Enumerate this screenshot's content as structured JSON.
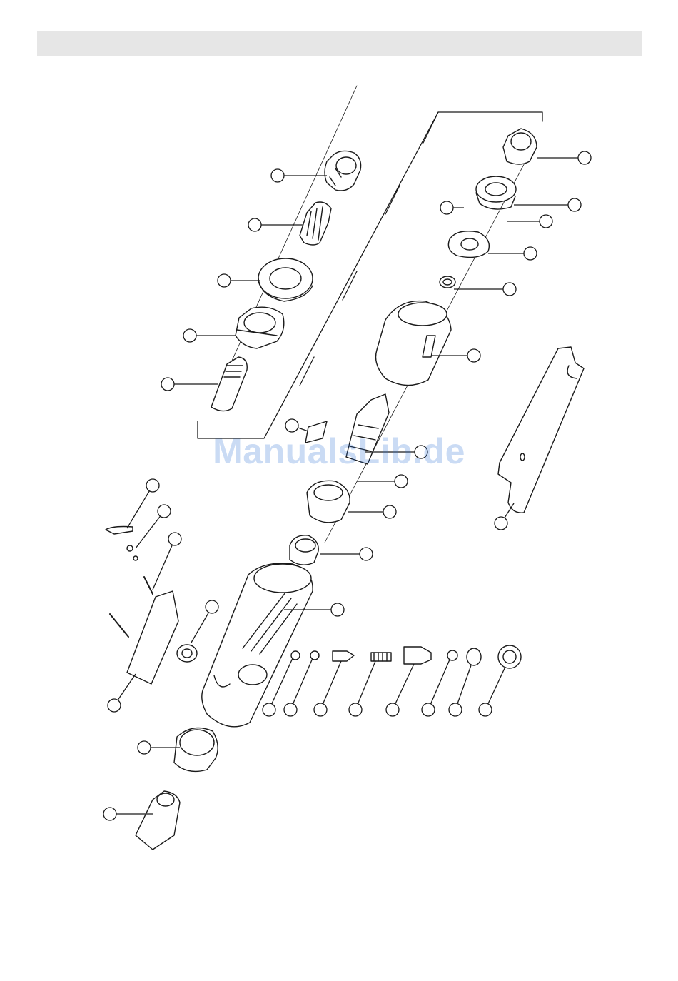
{
  "header": {
    "title": ""
  },
  "watermark": {
    "text": "ManualsLib.de"
  },
  "diagram": {
    "callouts": [
      {
        "name": "callout-collet-nut",
        "label": ""
      },
      {
        "name": "callout-collet",
        "label": ""
      },
      {
        "name": "callout-lock-ring",
        "label": ""
      },
      {
        "name": "callout-front-housing-nut",
        "label": ""
      },
      {
        "name": "callout-spindle",
        "label": ""
      },
      {
        "name": "callout-front-bearing",
        "label": ""
      },
      {
        "name": "callout-front-end-plate",
        "label": ""
      },
      {
        "name": "callout-roll-pin-left",
        "label": ""
      },
      {
        "name": "callout-roll-pin-right",
        "label": ""
      },
      {
        "name": "callout-spacer-plate",
        "label": ""
      },
      {
        "name": "callout-spacer-ring",
        "label": ""
      },
      {
        "name": "callout-cylinder",
        "label": ""
      },
      {
        "name": "callout-rotor-blade",
        "label": ""
      },
      {
        "name": "callout-rotor",
        "label": ""
      },
      {
        "name": "callout-pin",
        "label": ""
      },
      {
        "name": "callout-rear-end-plate",
        "label": ""
      },
      {
        "name": "callout-rear-bearing",
        "label": ""
      },
      {
        "name": "callout-housing",
        "label": ""
      },
      {
        "name": "callout-wrench",
        "label": ""
      },
      {
        "name": "callout-safety-lever",
        "label": ""
      },
      {
        "name": "callout-lever-spring",
        "label": ""
      },
      {
        "name": "callout-lever-pin",
        "label": ""
      },
      {
        "name": "callout-throttle-lever",
        "label": ""
      },
      {
        "name": "callout-valve-bushing",
        "label": ""
      },
      {
        "name": "callout-o-ring-1",
        "label": ""
      },
      {
        "name": "callout-o-ring-2",
        "label": ""
      },
      {
        "name": "callout-valve-stem",
        "label": ""
      },
      {
        "name": "callout-valve-spring",
        "label": ""
      },
      {
        "name": "callout-valve-sleeve",
        "label": ""
      },
      {
        "name": "callout-o-ring-3",
        "label": ""
      },
      {
        "name": "callout-gasket",
        "label": ""
      },
      {
        "name": "callout-regulator-plug",
        "label": ""
      },
      {
        "name": "callout-exhaust-cover",
        "label": ""
      },
      {
        "name": "callout-air-inlet",
        "label": ""
      }
    ]
  }
}
